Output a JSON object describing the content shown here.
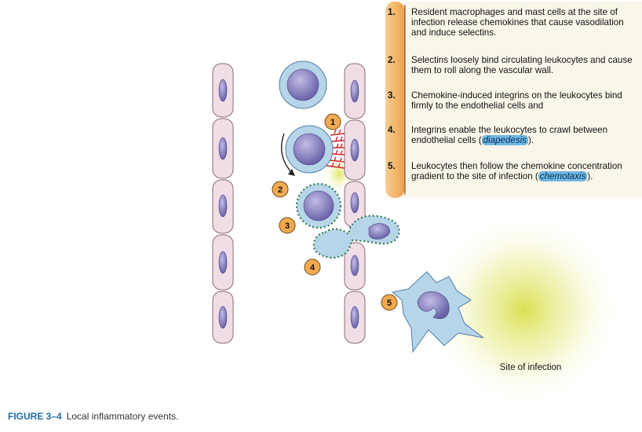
{
  "steps": [
    {
      "number": "1.",
      "text": "Resident macrophages and mast cells at the site of infection release chemokines that cause vasodilation and induce selectins."
    },
    {
      "number": "2.",
      "text": "Selectins loosely bind circulating leukocytes and cause them to roll along the vascular wall."
    },
    {
      "number": "3.",
      "text": "Chemokine-induced integrins on the leukocytes bind firmly to the endothelial cells and"
    },
    {
      "number": "4.",
      "text_before": "Integrins enable the leukocytes to crawl between endothelial cells ",
      "highlight": "diapedesis",
      "text_after": ")."
    },
    {
      "number": "5.",
      "text_before": "Leukocytes then follow the chemokine concentration gradient to the site of infection ",
      "highlight": "chemotaxis",
      "text_after": ")."
    }
  ],
  "markers": [
    "1",
    "2",
    "3",
    "4",
    "5"
  ],
  "site_label": "Site of infection",
  "caption": {
    "figure": "FIGURE 3–4",
    "text": "Local inflammatory events."
  },
  "colors": {
    "endothelial_fill": "#f1dde6",
    "endothelial_stroke": "#8a6d7a",
    "nucleus": "#7f78b8",
    "leukocyte_fill": "#b6d5e8",
    "marker_fill": "#f2a94f",
    "timeline_bar": "#f2b56a",
    "selectin": "#d2232a",
    "integrin_dots": "#2e7d4f",
    "infection_glow": "#d8e04a",
    "highlight": "#6fb9e0",
    "caption_accent": "#1f6aa5"
  }
}
